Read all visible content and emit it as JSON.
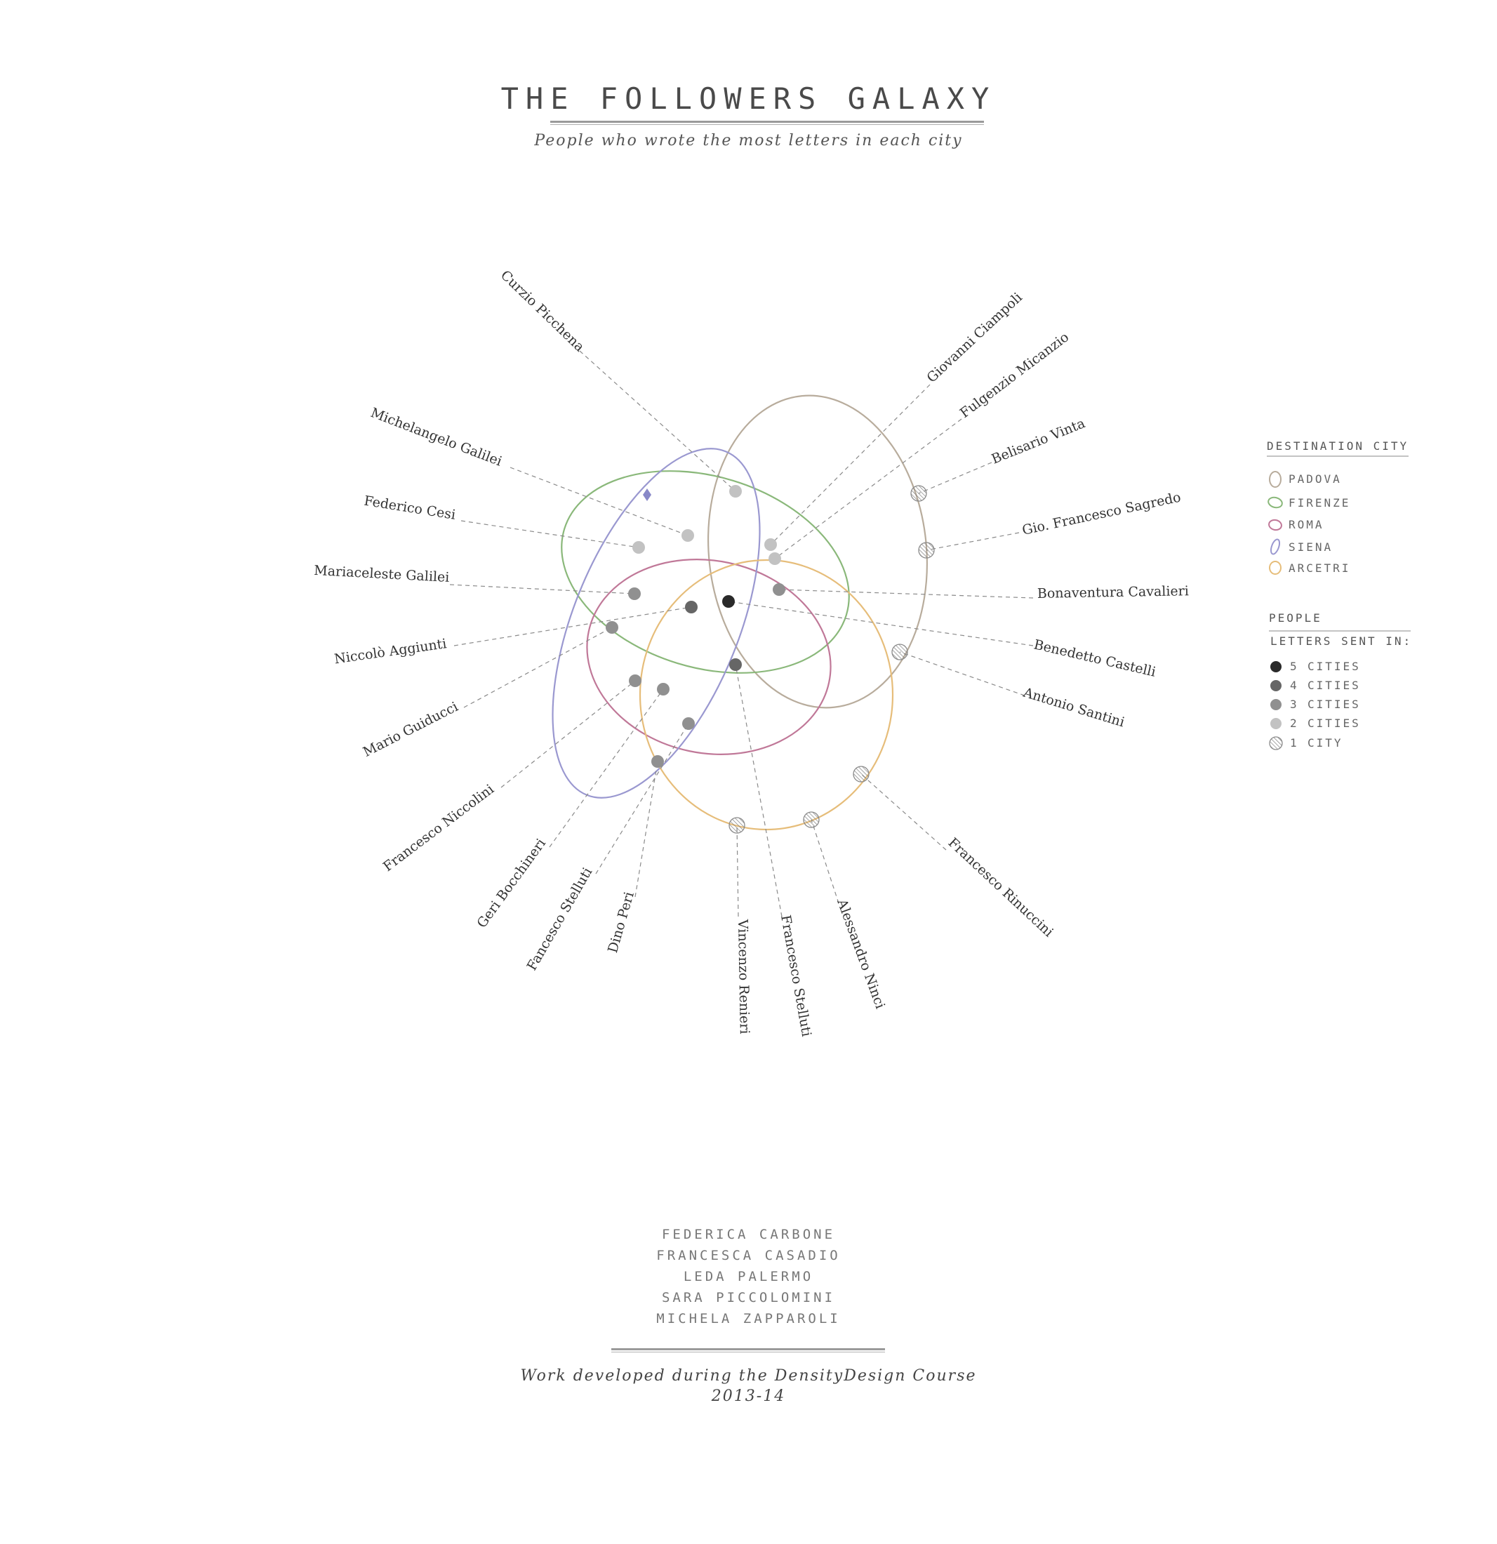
{
  "header": {
    "title": "THE FOLLOWERS GALAXY",
    "subtitle": "People who wrote the most letters in each city"
  },
  "colors": {
    "PADOVA": "#b8ac9c",
    "FIRENZE": "#8ab87a",
    "ROMA": "#c07898",
    "SIENA": "#9a98d0",
    "ARCETRI": "#e6bd7a",
    "5": "#2a2a2a",
    "4": "#666666",
    "3": "#909090",
    "2": "#c2c2c2",
    "1": "#ffffff"
  },
  "legend": {
    "city_heading": "DESTINATION CITY",
    "cities": [
      "PADOVA",
      "FIRENZE",
      "ROMA",
      "SIENA",
      "ARCETRI"
    ],
    "people_heading": "PEOPLE",
    "people_subheading": "LETTERS SENT IN:",
    "counts": [
      {
        "n": "5",
        "label": "CITIES"
      },
      {
        "n": "4",
        "label": "CITIES"
      },
      {
        "n": "3",
        "label": "CITIES"
      },
      {
        "n": "2",
        "label": "CITIES"
      },
      {
        "n": "1",
        "label": "CITY"
      }
    ]
  },
  "people": [
    {
      "name": "Curzio Picchena",
      "cities": 2
    },
    {
      "name": "Michelangelo Galilei",
      "cities": 2
    },
    {
      "name": "Federico Cesi",
      "cities": 2
    },
    {
      "name": "Mariaceleste  Galilei",
      "cities": 3
    },
    {
      "name": "Niccolò Aggiunti",
      "cities": 4
    },
    {
      "name": "Mario Guiducci",
      "cities": 3
    },
    {
      "name": "Francesco Niccolini",
      "cities": 3
    },
    {
      "name": "Geri Bocchineri",
      "cities": 3
    },
    {
      "name": "Fancesco Stelluti",
      "cities": 3
    },
    {
      "name": "Dino Peri",
      "cities": 3
    },
    {
      "name": "Vincenzo Renieri",
      "cities": 1
    },
    {
      "name": "Francesco Stelluti",
      "cities": 4
    },
    {
      "name": "Alessandro Ninci",
      "cities": 1
    },
    {
      "name": "Francesco Rinuccini",
      "cities": 1
    },
    {
      "name": "Antonio Santini",
      "cities": 1
    },
    {
      "name": "Benedetto Castelli",
      "cities": 5
    },
    {
      "name": "Bonaventura Cavalieri",
      "cities": 3
    },
    {
      "name": "Gio. Francesco Sagredo",
      "cities": 1
    },
    {
      "name": "Belisario Vinta",
      "cities": 1
    },
    {
      "name": "Fulgenzio  Micanzio",
      "cities": 2
    },
    {
      "name": "Giovanni Ciampoli",
      "cities": 2
    }
  ],
  "credits": {
    "authors": [
      "FEDERICA CARBONE",
      "FRANCESCA CASADIO",
      "LEDA PALERMO",
      "SARA PICCOLOMINI",
      "MICHELA ZAPPAROLI"
    ],
    "course_line1": "Work developed during the DensityDesign Course",
    "course_line2": "2013-14"
  }
}
